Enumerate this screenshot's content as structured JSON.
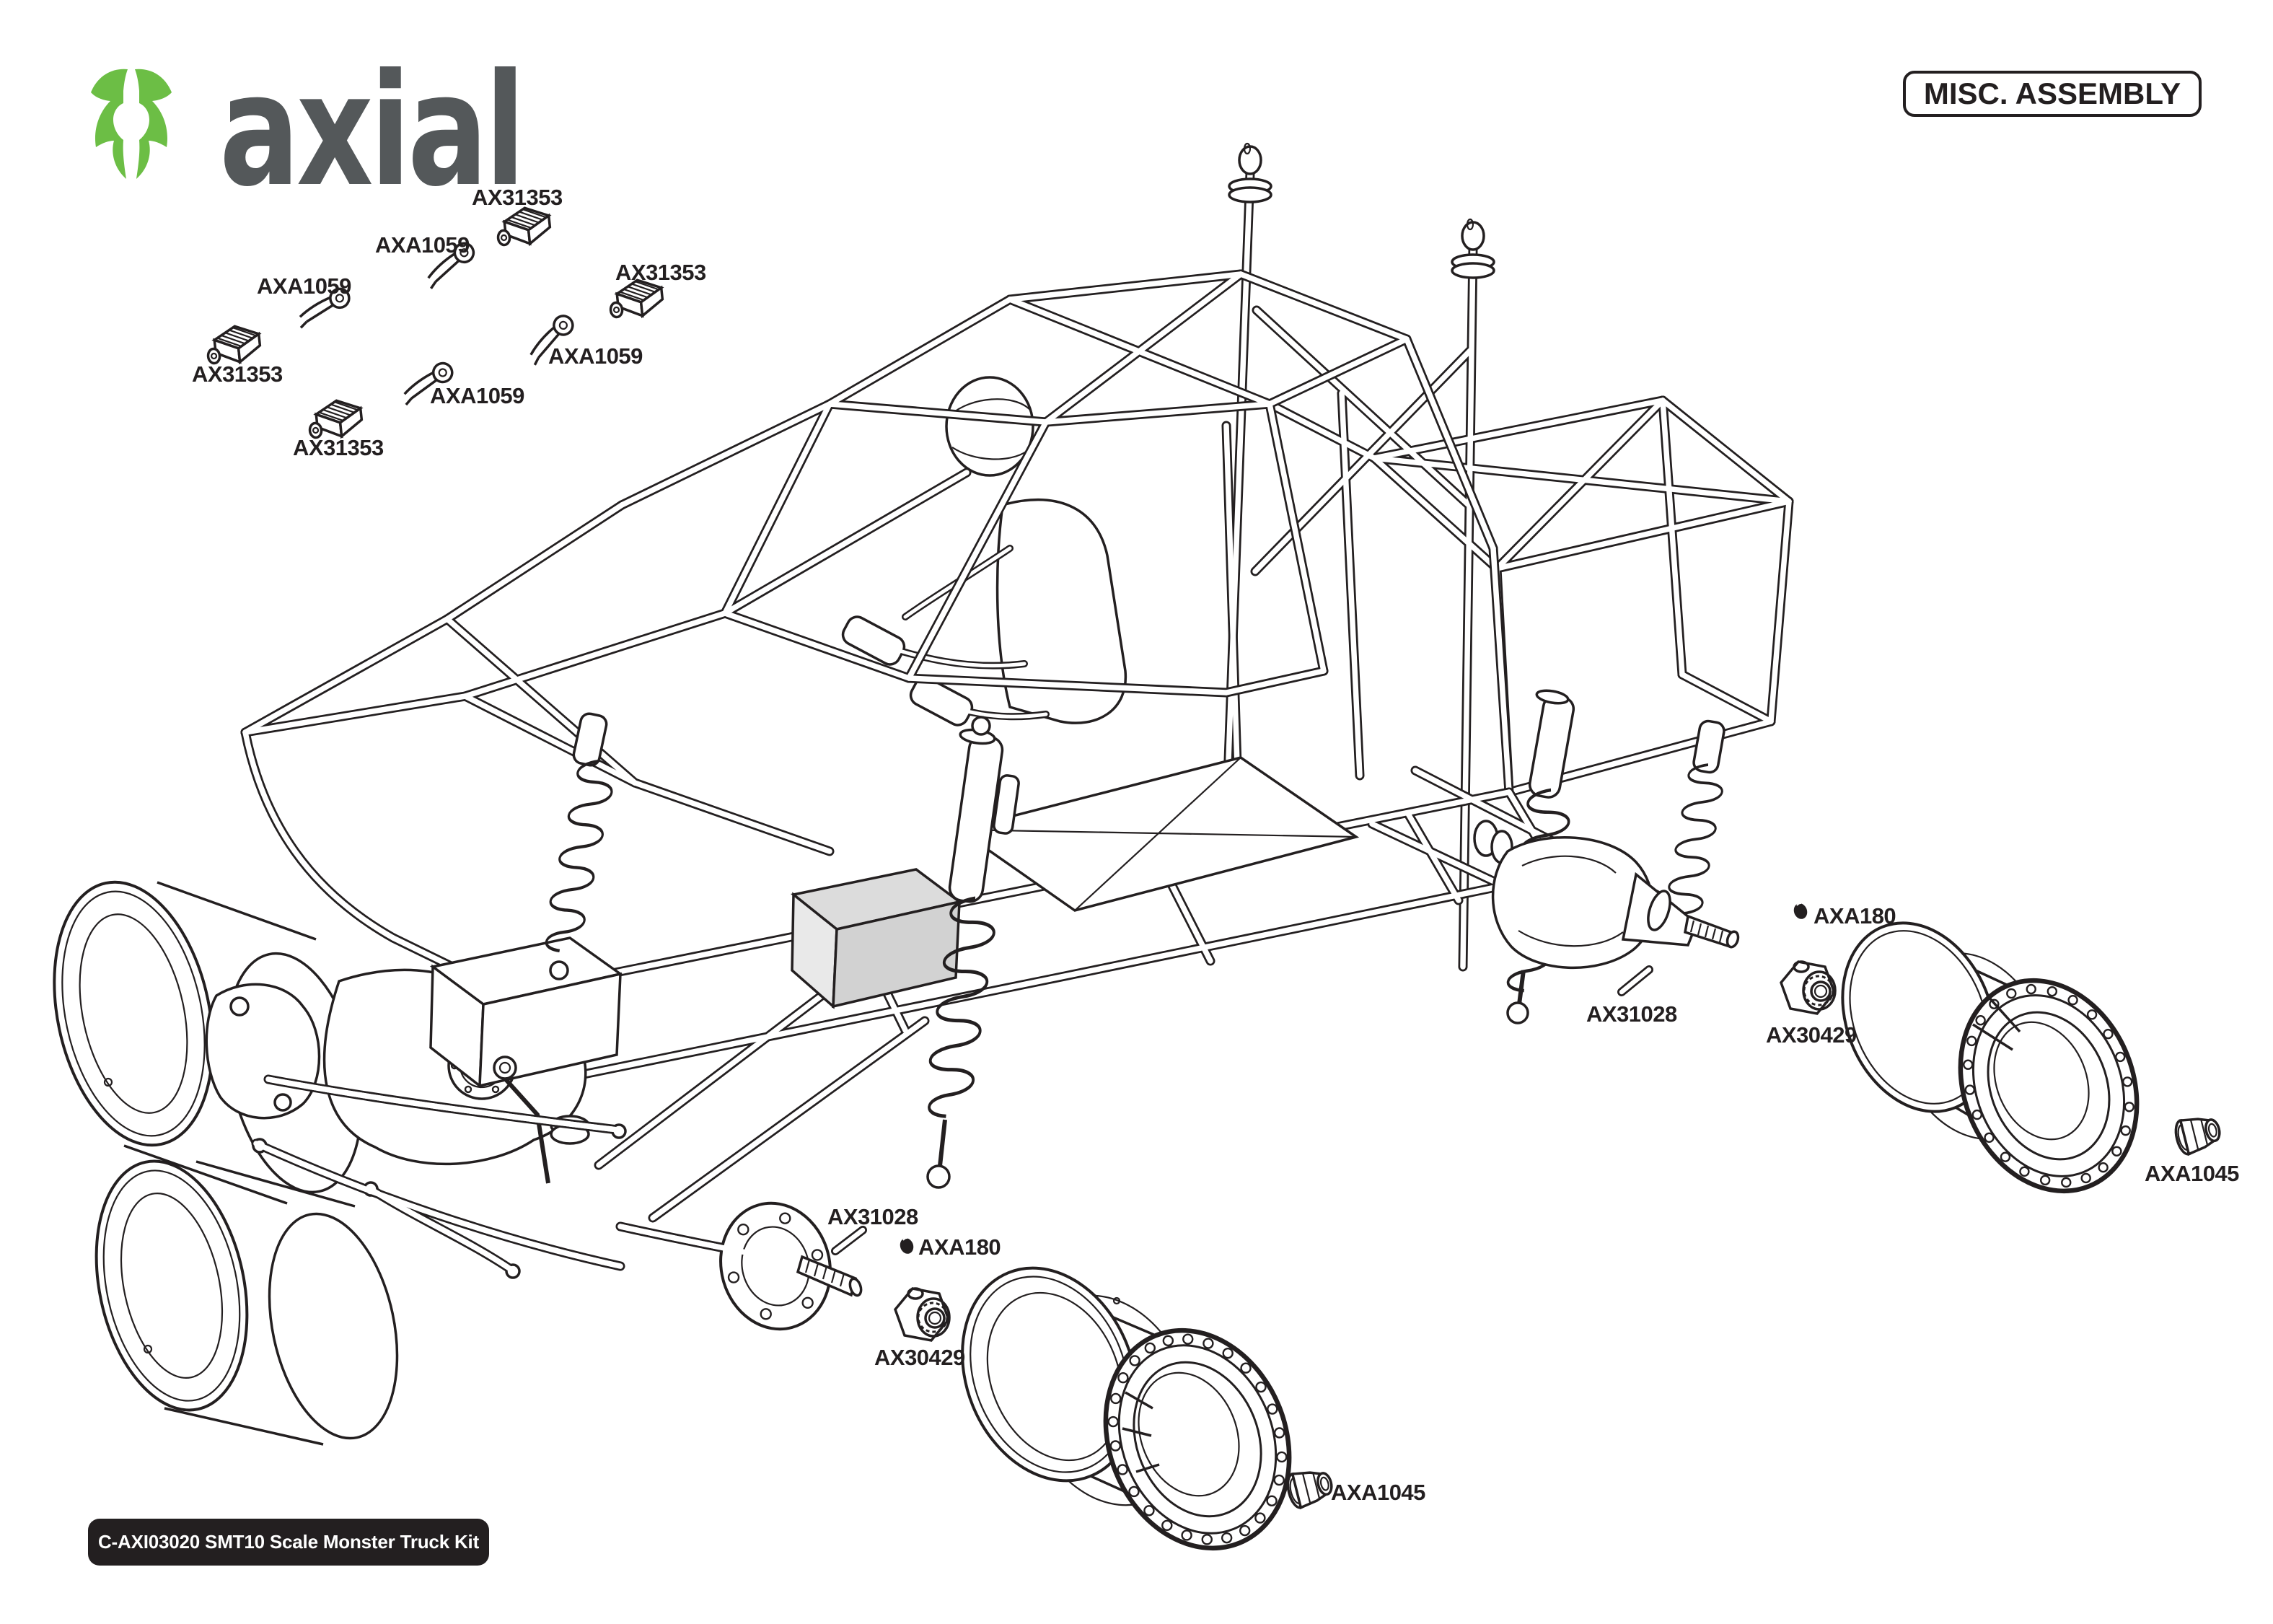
{
  "brand": {
    "wordmark": "axial",
    "emblem_color": "#6cbe45",
    "wordmark_color": "#54585a"
  },
  "header": {
    "title": "MISC. ASSEMBLY"
  },
  "footer": {
    "label": "C-AXI03020 SMT10 Scale Monster Truck Kit"
  },
  "colors": {
    "line": "#231f20",
    "background": "#ffffff"
  },
  "part_labels": [
    {
      "text": "AX31353"
    },
    {
      "text": "AXA1059"
    },
    {
      "text": "AX31353"
    },
    {
      "text": "AXA1059"
    },
    {
      "text": "AX31353"
    },
    {
      "text": "AXA1059"
    },
    {
      "text": "AXA1059"
    },
    {
      "text": "AX31353"
    },
    {
      "text": "AXA180"
    },
    {
      "text": "AX31028"
    },
    {
      "text": "AX30429"
    },
    {
      "text": "AXA1045"
    },
    {
      "text": "AX31028"
    },
    {
      "text": "AXA180"
    },
    {
      "text": "AX30429"
    },
    {
      "text": "AXA1045"
    }
  ]
}
